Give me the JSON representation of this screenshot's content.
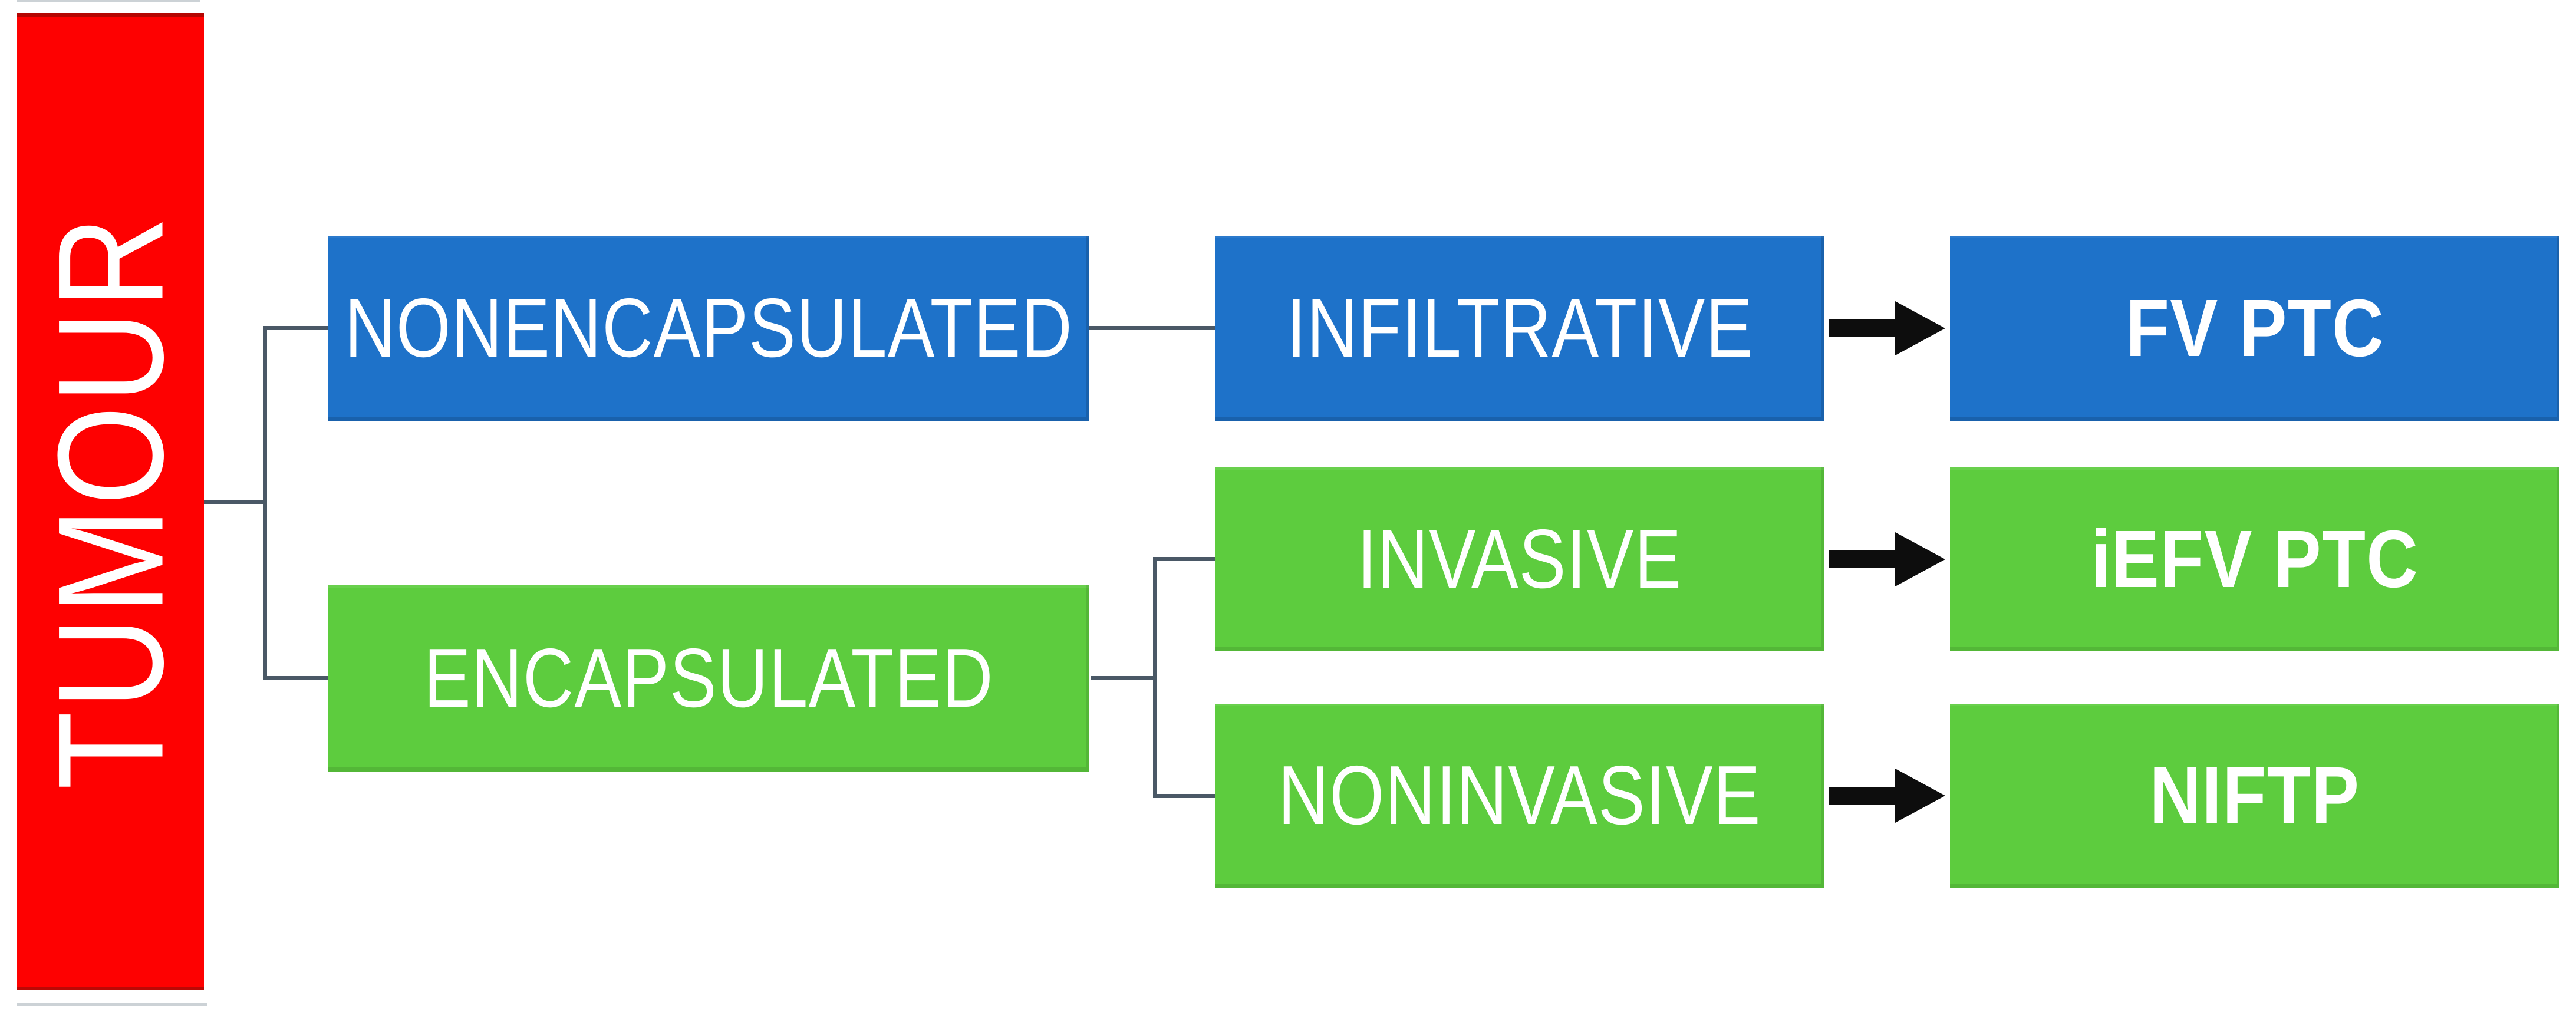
{
  "diagram_title": "Tumour encapsulation flowchart",
  "colors": {
    "root_red": "#fe0101",
    "blue": "#1e72c9",
    "green": "#5dcc3e",
    "connector": "#4a5866",
    "arrow": "#0d0d0d",
    "label_text": "#ffffff"
  },
  "nodes": {
    "tumour": {
      "label": "TUMOUR"
    },
    "nonencapsulated": {
      "label": "NONENCAPSULATED"
    },
    "encapsulated": {
      "label": "ENCAPSULATED"
    },
    "infiltrative": {
      "label": "INFILTRATIVE"
    },
    "invasive": {
      "label": "INVASIVE"
    },
    "noninvasive": {
      "label": "NONINVASIVE"
    },
    "fv_ptc": {
      "label": "FV PTC"
    },
    "iefv_ptc": {
      "label": "iEFV PTC"
    },
    "niftp": {
      "label": "NIFTP"
    }
  },
  "edges": [
    {
      "from": "TUMOUR",
      "to": "NONENCAPSULATED",
      "type": "line"
    },
    {
      "from": "TUMOUR",
      "to": "ENCAPSULATED",
      "type": "line"
    },
    {
      "from": "NONENCAPSULATED",
      "to": "INFILTRATIVE",
      "type": "line"
    },
    {
      "from": "ENCAPSULATED",
      "to": "INVASIVE",
      "type": "line"
    },
    {
      "from": "ENCAPSULATED",
      "to": "NONINVASIVE",
      "type": "line"
    },
    {
      "from": "INFILTRATIVE",
      "to": "FV PTC",
      "type": "arrow"
    },
    {
      "from": "INVASIVE",
      "to": "iEFV PTC",
      "type": "arrow"
    },
    {
      "from": "NONINVASIVE",
      "to": "NIFTP",
      "type": "arrow"
    }
  ]
}
